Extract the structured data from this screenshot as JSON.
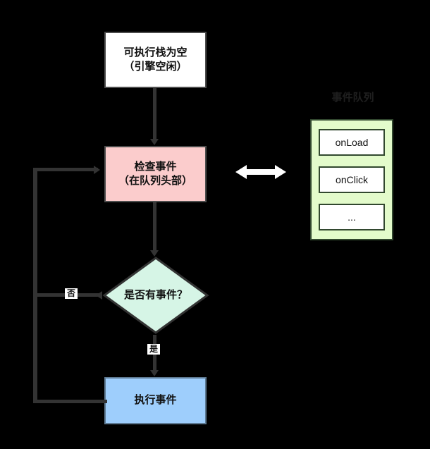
{
  "diagram": {
    "type": "flowchart",
    "title": "JavaScript event loop flowchart",
    "background_color": "#000000",
    "nodes": [
      {
        "id": "idle",
        "shape": "rectangle",
        "label": "可执行栈为空\n（引擎空闲）",
        "fill": "#FFFFFF",
        "border": "#4D4D4D"
      },
      {
        "id": "check",
        "shape": "rectangle",
        "label": "检查事件\n（在队列头部）",
        "fill": "#FBCCCC",
        "border": "#4D4D4D"
      },
      {
        "id": "decision",
        "shape": "diamond",
        "label": "是否有事件？",
        "fill": "#D6F5E6",
        "border": "#333333"
      },
      {
        "id": "exec",
        "shape": "rectangle",
        "label": "执行事件",
        "fill": "#9ECEFC",
        "border": "#5E7A93"
      }
    ],
    "edge_labels": {
      "no": "否",
      "yes": "是"
    }
  },
  "queue": {
    "title": "事件队列",
    "fill": "#E3FBCB",
    "border": "#32482F",
    "items": [
      {
        "label": "onLoad"
      },
      {
        "label": "onClick"
      },
      {
        "label": "..."
      }
    ]
  },
  "connectors": {
    "bidirectional_arrow_name": "double-headed-arrow"
  }
}
